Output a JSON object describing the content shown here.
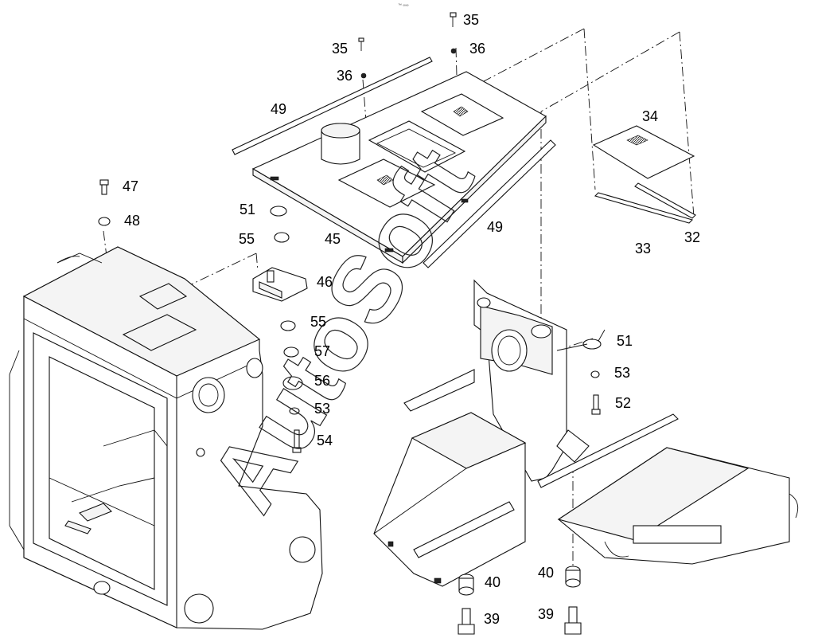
{
  "header": {
    "mark": "™ ∞∞"
  },
  "watermark": "AutoSoft",
  "callouts": {
    "c35a": "35",
    "c36a": "36",
    "c35b": "35",
    "c36b": "36",
    "c49a": "49",
    "c34": "34",
    "c47": "47",
    "c48": "48",
    "c51a": "51",
    "c45": "45",
    "c49b": "49",
    "c33": "33",
    "c32": "32",
    "c55a": "55",
    "c46": "46",
    "c55b": "55",
    "c57": "57",
    "c56": "56",
    "c53a": "53",
    "c54": "54",
    "c51b": "51",
    "c53b": "53",
    "c52": "52",
    "c40a": "40",
    "c40b": "40",
    "c39a": "39",
    "c39b": "39"
  }
}
